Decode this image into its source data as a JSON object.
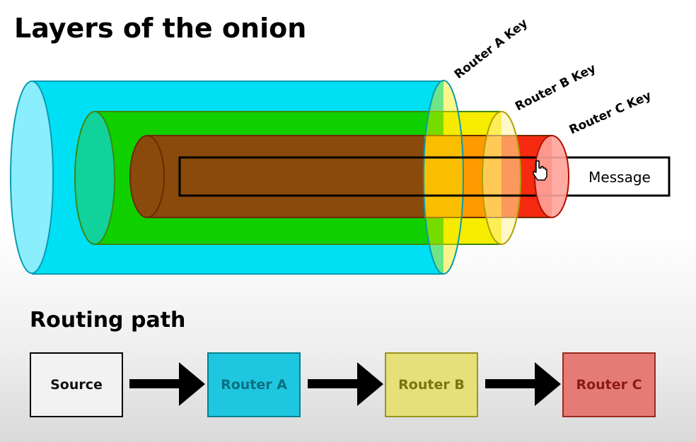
{
  "title": "Layers of the onion",
  "layers": {
    "router_a_key": "Router A Key",
    "router_b_key": "Router B Key",
    "router_c_key": "Router C Key",
    "message": "Message"
  },
  "routing": {
    "heading": "Routing path",
    "nodes": [
      "Source",
      "Router A",
      "Router B",
      "Router C"
    ]
  },
  "colors": {
    "router_a": "#00e0f5",
    "router_b": "#f5ec00",
    "router_c": "#f52a10",
    "inner_green": "#10d000",
    "inner_brown": "#8a4a0c",
    "box_router_a": "#1ec7df",
    "box_router_b": "#e6e07a",
    "box_router_c": "#e47b74"
  }
}
